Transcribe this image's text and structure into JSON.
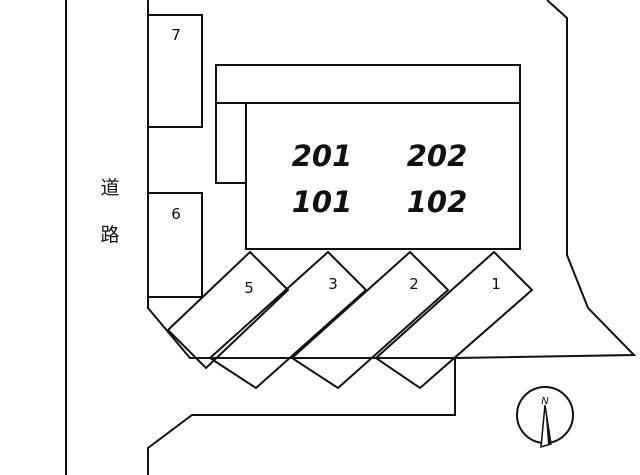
{
  "road": {
    "label_top": "道",
    "label_bottom": "路"
  },
  "building": {
    "units_upper": [
      "201",
      "202"
    ],
    "units_lower": [
      "101",
      "102"
    ]
  },
  "parking": {
    "angled_spaces": [
      "5",
      "3",
      "2",
      "1"
    ],
    "side_spaces": [
      "7",
      "6"
    ]
  },
  "compass": {
    "north_label": "N"
  },
  "colors": {
    "line": "#111111",
    "background": "#ffffff"
  }
}
